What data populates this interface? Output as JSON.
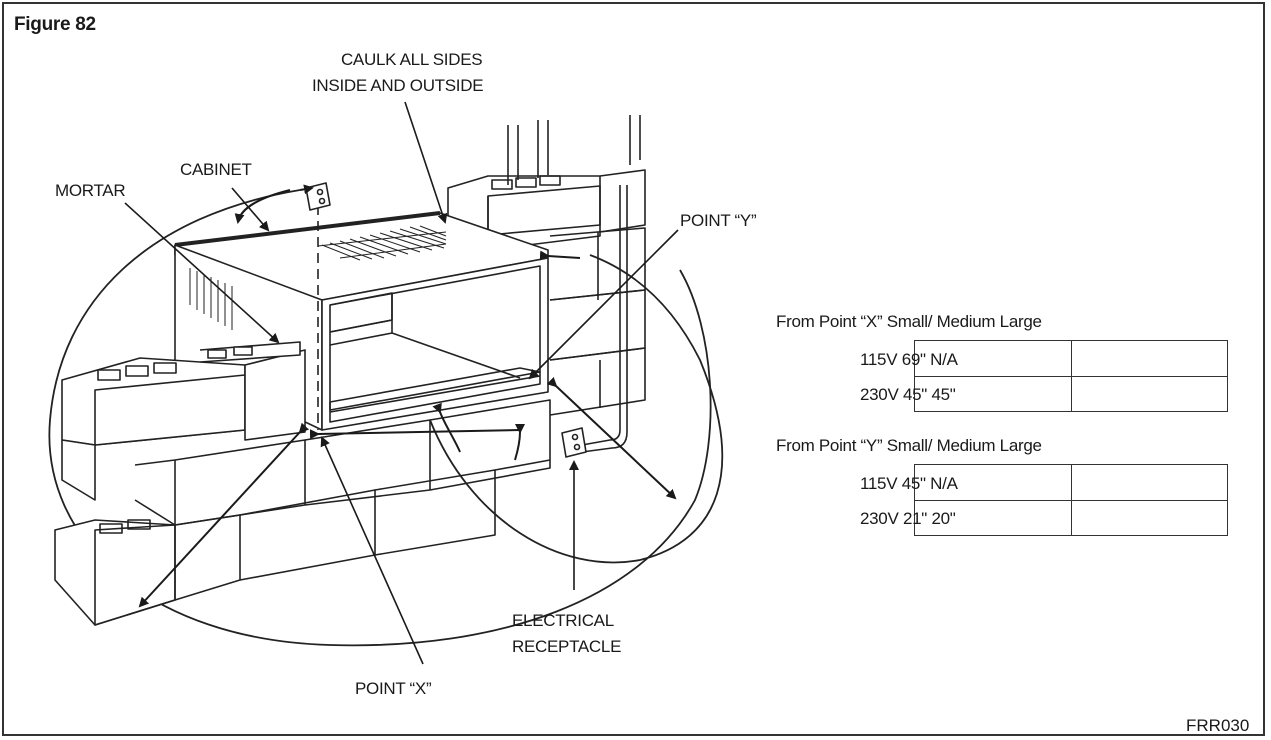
{
  "figure_title": "Figure 82",
  "figure_code": "FRR030",
  "labels": {
    "caulk_line1": "CAULK ALL SIDES",
    "caulk_line2": "INSIDE AND OUTSIDE",
    "cabinet": "CABINET",
    "mortar": "MORTAR",
    "point_y": "POINT “Y”",
    "point_x": "POINT “X”",
    "electrical_line1": "ELECTRICAL",
    "electrical_line2": "RECEPTACLE"
  },
  "tables": [
    {
      "header": "From Point “X” Small/ Medium Large",
      "rows": [
        {
          "voltage": "115V",
          "small_medium": "69\"",
          "large": "N/A"
        },
        {
          "voltage": "230V",
          "small_medium": "45\"",
          "large": "45\""
        }
      ]
    },
    {
      "header": "From Point “Y” Small/ Medium Large",
      "rows": [
        {
          "voltage": "115V",
          "small_medium": "45\"",
          "large": "N/A"
        },
        {
          "voltage": "230V",
          "small_medium": "21\"",
          "large": "20\""
        }
      ]
    }
  ]
}
